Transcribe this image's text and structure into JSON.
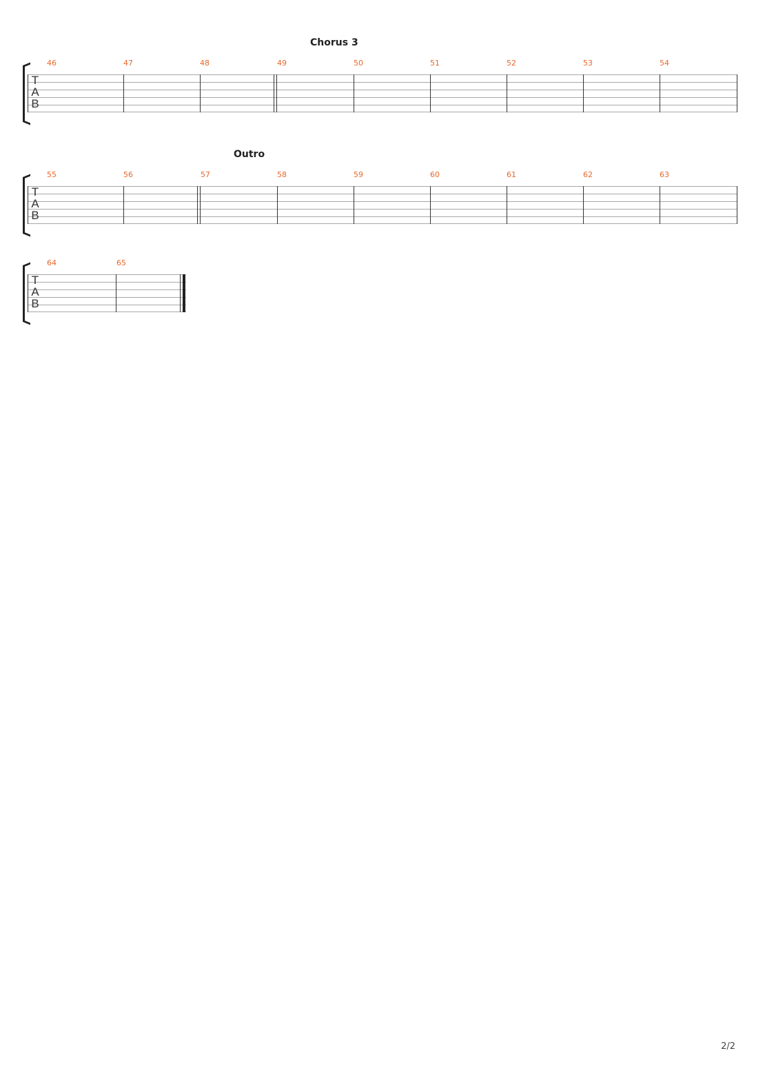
{
  "systems": [
    {
      "section": "Chorus 3",
      "clef": [
        "T",
        "A",
        "B"
      ],
      "measures": [
        "46",
        "47",
        "48",
        "49",
        "50",
        "51",
        "52",
        "53",
        "54"
      ]
    },
    {
      "section": "Outro",
      "clef": [
        "T",
        "A",
        "B"
      ],
      "measures": [
        "55",
        "56",
        "57",
        "58",
        "59",
        "60",
        "61",
        "62",
        "63"
      ]
    },
    {
      "section": "",
      "clef": [
        "T",
        "A",
        "B"
      ],
      "measures": [
        "64",
        "65"
      ]
    }
  ],
  "page_number": "2/2",
  "colors": {
    "measure_number": "#e8672b",
    "staff_line": "#a8a8a8",
    "barline": "#333333"
  }
}
